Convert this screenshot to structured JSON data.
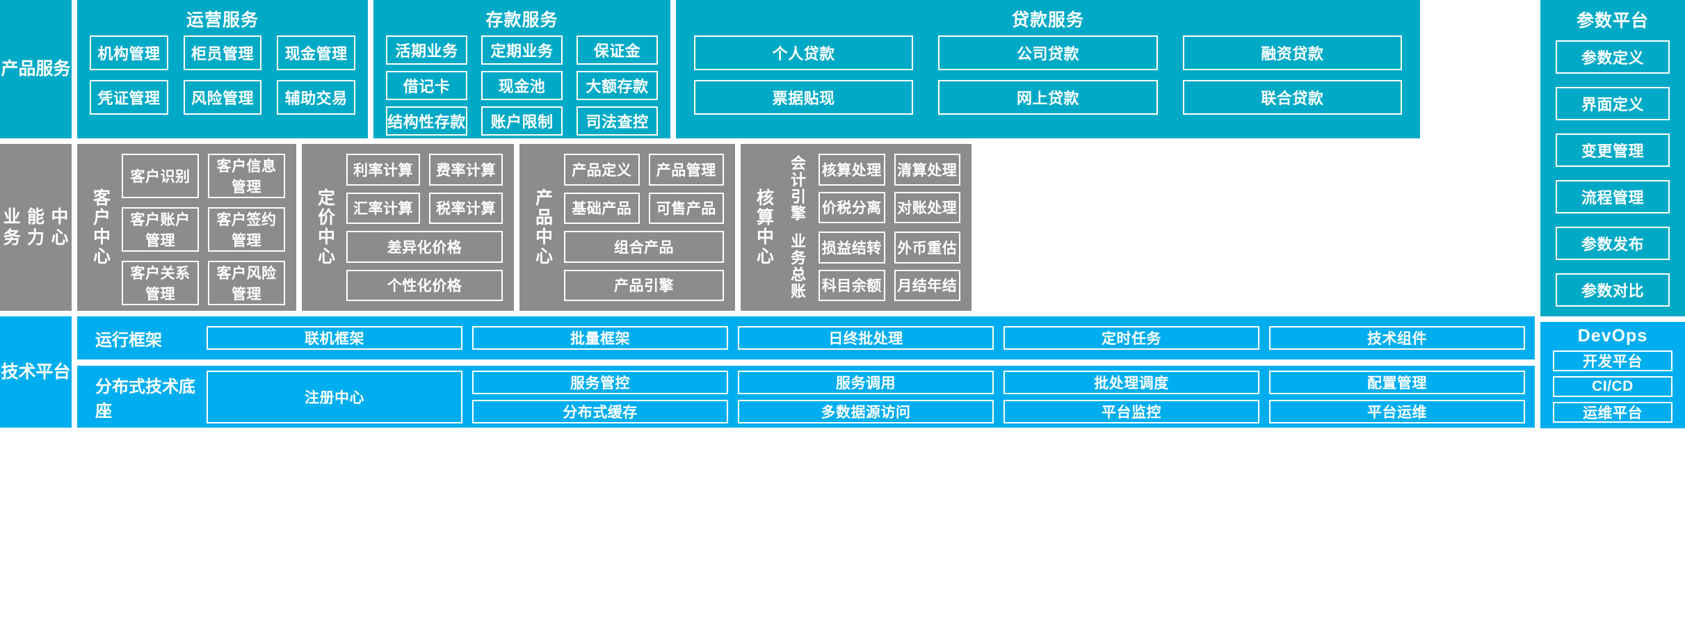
{
  "rows": {
    "product_services": {
      "rail_label": "产品\n服务",
      "panels": [
        {
          "title": "运营服务",
          "items": [
            "机构管理",
            "柜员管理",
            "现金管理",
            "凭证管理",
            "风险管理",
            "辅助交易"
          ]
        },
        {
          "title": "存款服务",
          "items": [
            "活期业务",
            "定期业务",
            "保证金",
            "借记卡",
            "现金池",
            "大额存款",
            "结构性存款",
            "账户限制",
            "司法查控"
          ]
        },
        {
          "title": "贷款服务",
          "items": [
            "个人贷款",
            "公司贷款",
            "融资贷款",
            "票据贴现",
            "网上贷款",
            "联合贷款"
          ]
        }
      ]
    },
    "business_capability": {
      "rail_label": "业务\n能力\n中心",
      "centers": [
        {
          "label": "客户中心",
          "items": [
            "客户识别",
            "客户信息管理",
            "客户账户管理",
            "客户签约管理",
            "客户关系管理",
            "客户风险管理"
          ]
        },
        {
          "label": "定价中心",
          "items": [
            "利率计算",
            "费率计算",
            "汇率计算",
            "税率计算"
          ],
          "wide_items": [
            "差异化价格",
            "个性化价格"
          ]
        },
        {
          "label": "产品中心",
          "items": [
            "产品定义",
            "产品管理",
            "基础产品",
            "可售产品"
          ],
          "wide_items": [
            "组合产品",
            "产品引擎"
          ]
        },
        {
          "label": "核算中心",
          "sub_groups": [
            {
              "label": "会计引擎",
              "items": [
                "核算处理",
                "清算处理",
                "价税分离",
                "对账处理"
              ]
            },
            {
              "label": "业务总账",
              "items": [
                "损益结转",
                "外币重估",
                "科目余额",
                "月结年结"
              ]
            }
          ]
        }
      ]
    },
    "technology_platform": {
      "rail_label": "技术\n平台",
      "strips": [
        {
          "label": "运行框架",
          "items": [
            "联机框架",
            "批量框架",
            "日终批处理",
            "定时任务",
            "技术组件"
          ]
        },
        {
          "label": "分布式技术底座",
          "register": "注册中心",
          "items_row1": [
            "服务管控",
            "服务调用",
            "批处理调度",
            "配置管理"
          ],
          "items_row2": [
            "分布式缓存",
            "多数据源访问",
            "平台监控",
            "平台运维"
          ]
        }
      ]
    }
  },
  "right_column": {
    "parameter_platform": {
      "title": "参数平台",
      "items": [
        "参数定义",
        "界面定义",
        "变更管理",
        "流程管理",
        "参数发布",
        "参数对比"
      ]
    },
    "devops": {
      "title": "DevOps",
      "items": [
        "开发平台",
        "CI/CD",
        "运维平台"
      ]
    }
  },
  "colors": {
    "teal": "#00AAC6",
    "gray": "#8C8C8C",
    "bright_blue": "#00AEEF",
    "box_border": "#FFFFFF",
    "text": "#FFFFFF"
  }
}
